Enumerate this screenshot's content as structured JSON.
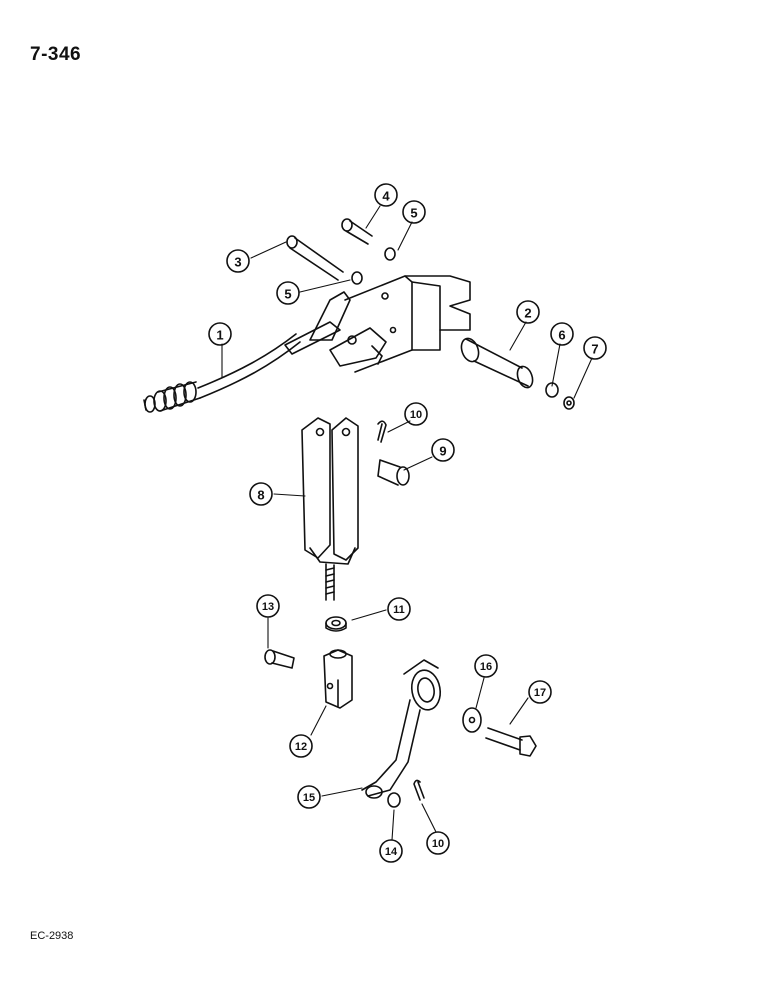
{
  "page_number": "7-346",
  "reference_code": "EC-2938",
  "callouts": {
    "c1": "1",
    "c2": "2",
    "c3": "3",
    "c4": "4",
    "c5a": "5",
    "c5b": "5",
    "c6": "6",
    "c7": "7",
    "c8": "8",
    "c9": "9",
    "c10a": "10",
    "c10b": "10",
    "c11": "11",
    "c12": "12",
    "c13": "13",
    "c14": "14",
    "c15": "15",
    "c16": "16",
    "c17": "17"
  }
}
